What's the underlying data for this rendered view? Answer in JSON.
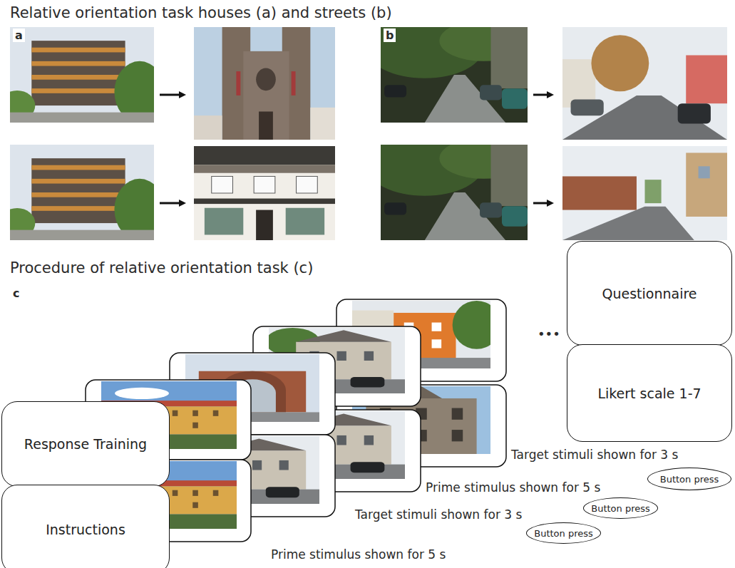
{
  "diagram": {
    "title": "Relative orientation task houses (a) and streets (b)",
    "nodes": [
      {
        "text": [
          "Questionnaire"
        ]
      },
      {
        "text": [
          "Likert scale 1-7"
        ]
      },
      {
        "text": [
          "Response Training"
        ]
      },
      {
        "text": [
          "Instructions"
        ]
      },
      {
        "text": [
          "Button press"
        ]
      },
      {
        "text": [
          "Button press"
        ]
      },
      {
        "text": [
          "Button press"
        ]
      }
    ],
    "labels": [
      "a",
      "b",
      "Procedure of relative orientation task (c)",
      "c",
      "•••",
      "Target stimuli shown for 3 s",
      "Prime stimulus shown for 5 s",
      "Target stimuli shown for 3 s",
      "Prime stimulus shown for 5 s"
    ]
  }
}
